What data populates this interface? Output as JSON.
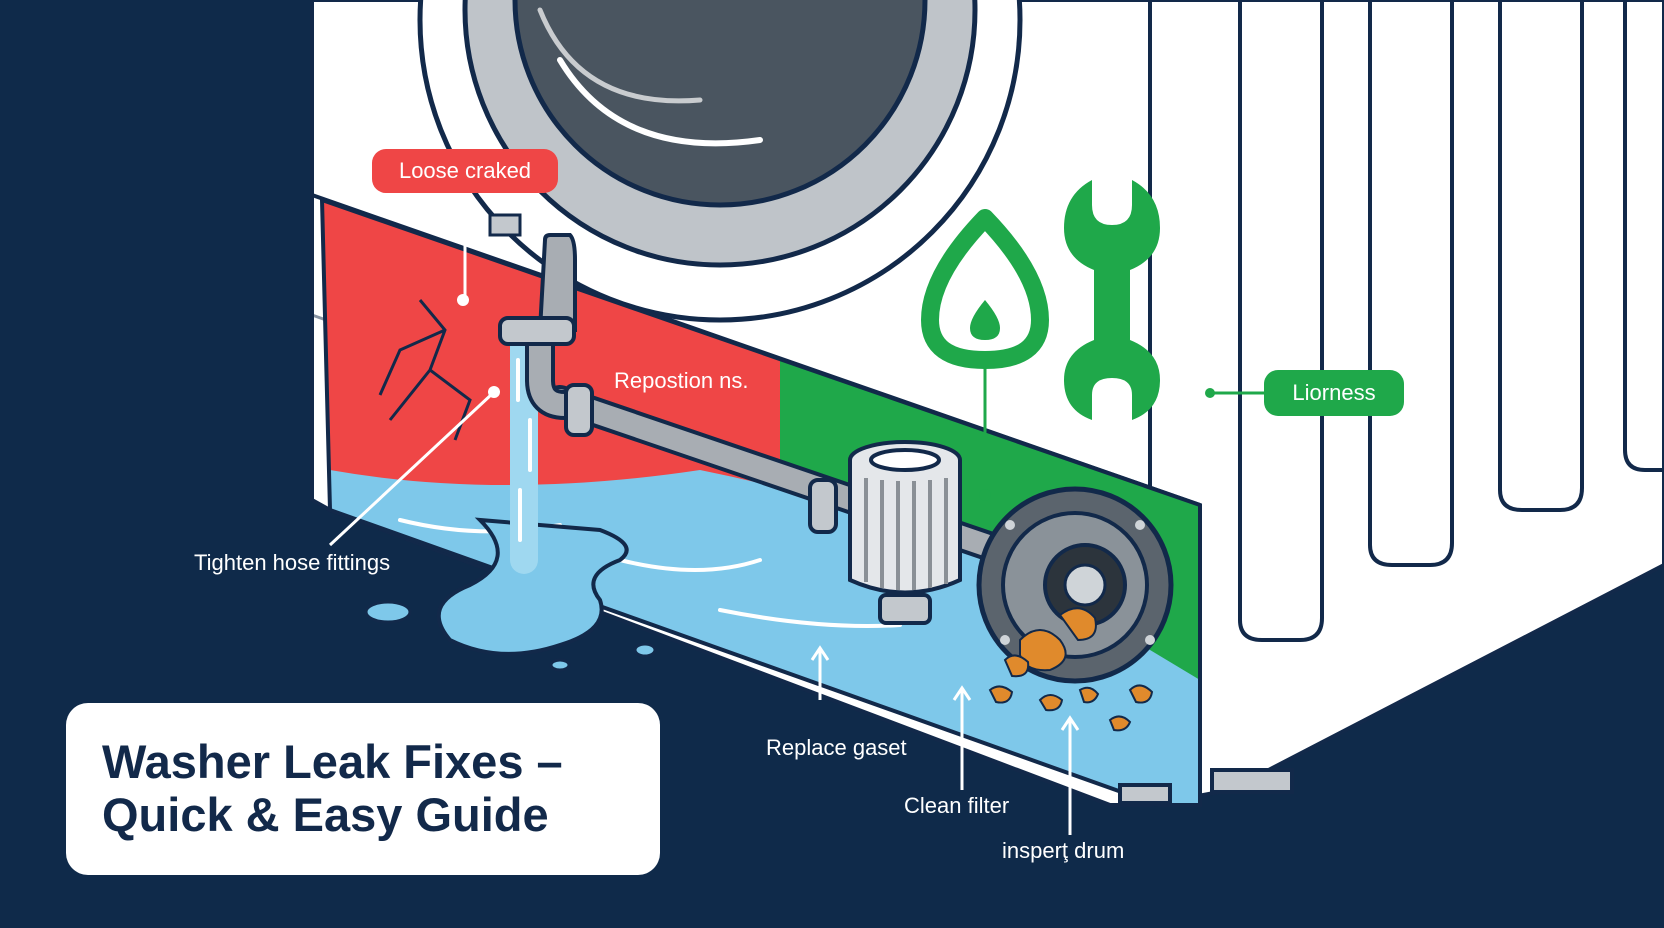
{
  "title": {
    "line1": "Washer Leak Fixes –",
    "line2": "Quick & Easy Guide"
  },
  "callouts": {
    "loose_cracked": "Loose craked",
    "reposition": "Repostion ns.",
    "tighten": "Tighten hose fittings",
    "hardness": "Liorness",
    "replace_gasket": "Replace gaset",
    "clean_filter": "Clean filter",
    "inspect_drum": "insperţ drum"
  },
  "icons": [
    "water-drop-icon",
    "wrench-icon"
  ],
  "colors": {
    "background": "#0f2a4a",
    "washer_body": "#ffffff",
    "outline": "#12294a",
    "red_zone": "#ef4646",
    "green_zone": "#1fa84a",
    "water": "#7ec8ea",
    "pipe": "#a8adb3",
    "debris": "#e08a2c"
  }
}
